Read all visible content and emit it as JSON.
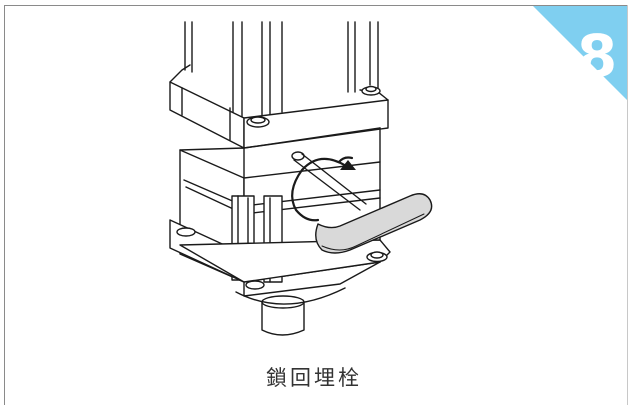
{
  "step": {
    "number": "8",
    "badge_color": "#7fcff0"
  },
  "caption": "鎖回埋栓",
  "illustration": {
    "subject": "actuator-housing-with-locking-plug",
    "line_color": "#1a1a1a",
    "handle_fill": "#d9d9d9",
    "shadow_fill": "#bdbdbd"
  }
}
